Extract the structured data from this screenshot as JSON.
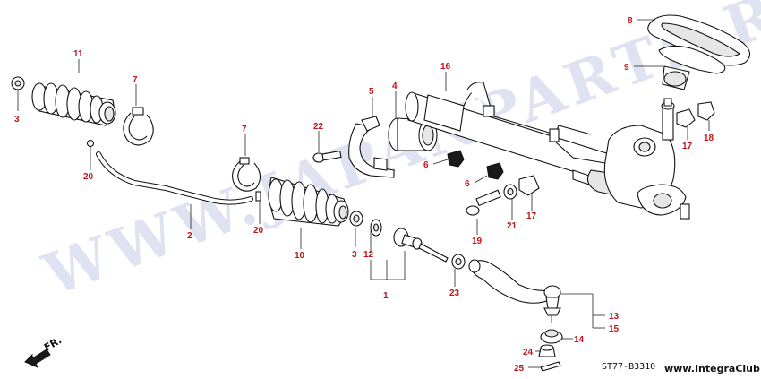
{
  "diagram": {
    "callouts": [
      {
        "id": "c1",
        "text": "1"
      },
      {
        "id": "c2",
        "text": "2"
      },
      {
        "id": "c3a",
        "text": "3"
      },
      {
        "id": "c3b",
        "text": "3"
      },
      {
        "id": "c4",
        "text": "4"
      },
      {
        "id": "c5",
        "text": "5"
      },
      {
        "id": "c6a",
        "text": "6"
      },
      {
        "id": "c6b",
        "text": "6"
      },
      {
        "id": "c7a",
        "text": "7"
      },
      {
        "id": "c7b",
        "text": "7"
      },
      {
        "id": "c8",
        "text": "8"
      },
      {
        "id": "c9",
        "text": "9"
      },
      {
        "id": "c10",
        "text": "10"
      },
      {
        "id": "c11",
        "text": "11"
      },
      {
        "id": "c12",
        "text": "12"
      },
      {
        "id": "c13",
        "text": "13"
      },
      {
        "id": "c14",
        "text": "14"
      },
      {
        "id": "c15",
        "text": "15"
      },
      {
        "id": "c16",
        "text": "16"
      },
      {
        "id": "c17a",
        "text": "17"
      },
      {
        "id": "c17b",
        "text": "17"
      },
      {
        "id": "c18",
        "text": "18"
      },
      {
        "id": "c19",
        "text": "19"
      },
      {
        "id": "c20a",
        "text": "20"
      },
      {
        "id": "c20b",
        "text": "20"
      },
      {
        "id": "c21",
        "text": "21"
      },
      {
        "id": "c22",
        "text": "22"
      },
      {
        "id": "c23",
        "text": "23"
      },
      {
        "id": "c24",
        "text": "24"
      },
      {
        "id": "c25",
        "text": "25"
      }
    ],
    "diagram_code": "ST77-B3310",
    "direction_label": "FR.",
    "watermark": "WWW.JAPANPARTS.RU",
    "site_label": "www.IntegraClub.ru"
  },
  "colors": {
    "callout": "#c0141a",
    "lines": "#111111",
    "watermark": "#c4cbe6"
  }
}
